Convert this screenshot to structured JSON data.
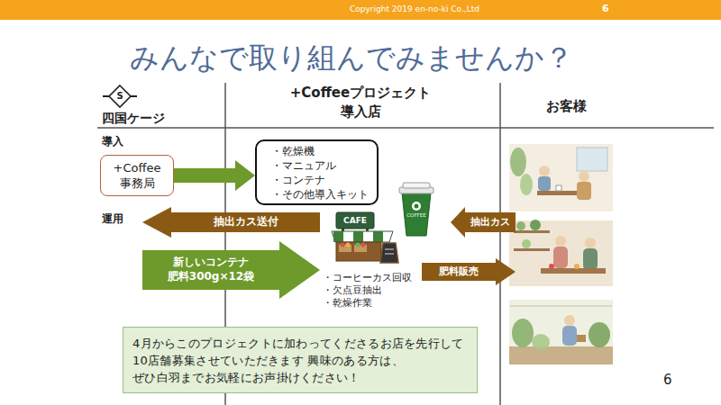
{
  "diagram": {
    "title": "みんなで取り組んでみませんか？",
    "nodes": [
      {
        "text": [
          "Copyright 2019 en-no-ki Co.,Ltd",
          "6"
        ]
      },
      {
        "text": [
          "+Coffee 事務局"
        ]
      },
      {
        "text": [
          "・乾燥機",
          "・マニュアル",
          "・コンテナ",
          "・その他導入キット"
        ]
      },
      {
        "text": [
          "抽出カス送付"
        ]
      },
      {
        "text": [
          "抽出カス"
        ]
      },
      {
        "text": [
          "新しいコンテナ 肥料300g×12袋"
        ]
      },
      {
        "text": [
          "肥料販売"
        ]
      },
      {
        "text": [
          "4月からこのプロジェクトに加わってくださるお店を先行して 10店舗募集させていただきます 興味のある方は、ぜひ白羽までお気軽にお声掛けください！"
        ]
      }
    ],
    "edges": [
      {
        "from": 1,
        "to": 2,
        "arrow": "to"
      }
    ],
    "labels": [
      "四国ケージ",
      "+Coffeeプロジェクト 導入店",
      "お客様",
      "導入",
      "運用",
      "S",
      "CAFE",
      "COFFEE",
      "・コーヒーカス回収",
      "・欠点豆抽出",
      "・乾燥作業",
      "6"
    ]
  }
}
